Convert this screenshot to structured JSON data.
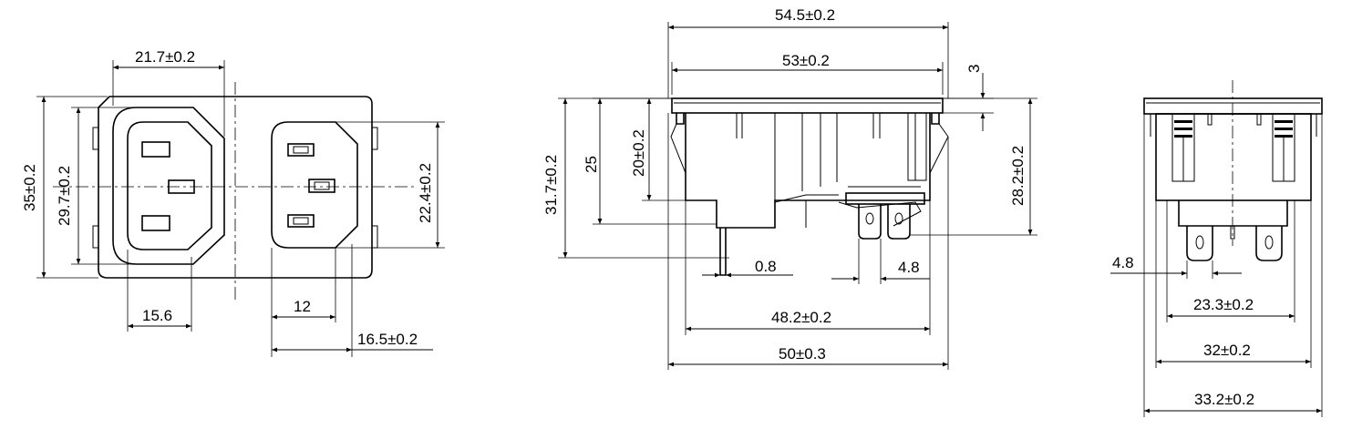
{
  "front_view": {
    "width_overall": "21.7±0.2",
    "height_overall": "35±0.2",
    "height_inlet": "29.7±0.2",
    "height_outlet": "22.4±0.2",
    "pin_span_left": "15.6",
    "pin_span_right": "12",
    "outlet_offset": "16.5±0.2"
  },
  "side_view": {
    "top_width": "54.5±0.2",
    "inner_width": "53±0.2",
    "flange": "3",
    "height_total": "31.7±0.2",
    "height_25": "25",
    "height_20": "20±0.2",
    "height_right": "28.2±0.2",
    "pin_thickness": "0.8",
    "tab_width": "4.8",
    "bottom_width_48": "48.2±0.2",
    "bottom_width_50": "50±0.3"
  },
  "end_view": {
    "tab_width": "4.8",
    "width_23": "23.3±0.2",
    "width_32": "32±0.2",
    "width_33": "33.2±0.2"
  }
}
